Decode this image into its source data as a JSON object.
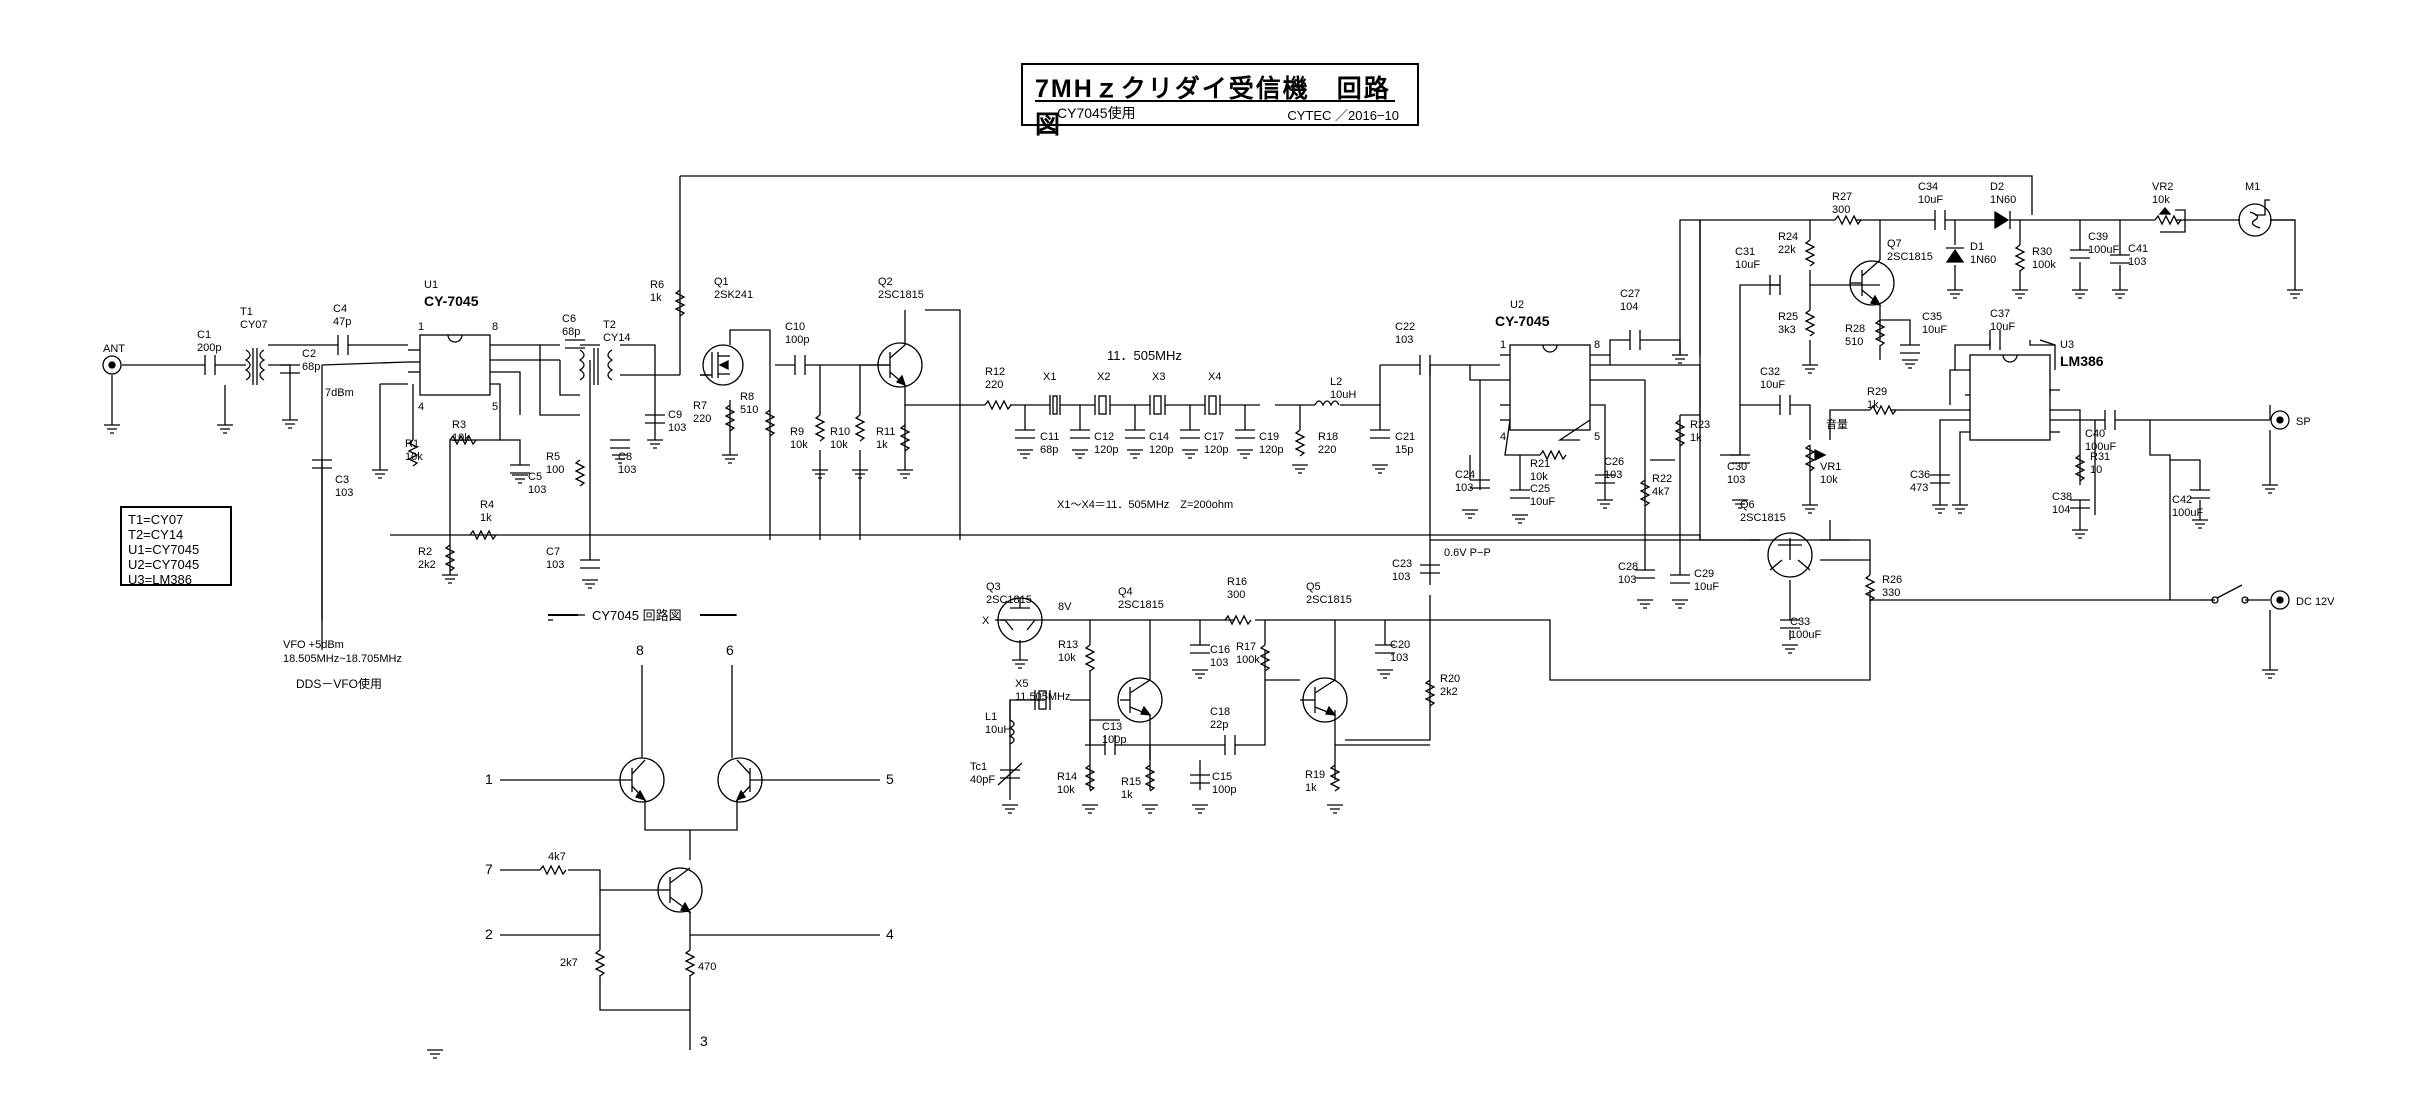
{
  "title_block": {
    "title": "7MHｚクリダイ受信機　回路図",
    "subtitle": "CY7045使用",
    "author_date": "CYTEC ／2016−10"
  },
  "legend": [
    "T1=CY07",
    "T2=CY14",
    "U1=CY7045",
    "U2=CY7045",
    "U3=LM386"
  ],
  "notes": {
    "vfo_line1": "VFO +5dBm",
    "vfo_line2": "18.505MHz~18.705MHz",
    "dds": "DDS－VFO使用",
    "level": "7dBm",
    "filter_freq": "11．505MHz",
    "filter_note": "X1〜X4＝11．505MHz　Z=200ohm",
    "pp": "0.6V P−P",
    "v8": "8V",
    "volume": "音量",
    "cy_title": "CY7045 回路図"
  },
  "connectors": {
    "ant": "ANT",
    "sp": "SP",
    "dc": "DC 12V",
    "x": "X"
  },
  "ics": {
    "u1_ref": "U1",
    "u1_name": "CY-7045",
    "u2_ref": "U2",
    "u2_name": "CY-7045",
    "u3_ref": "U3",
    "u3_name": "LM386"
  },
  "labels": [
    {
      "id": "C1",
      "v": "200p"
    },
    {
      "id": "T1",
      "v": "CY07"
    },
    {
      "id": "C2",
      "v": "68p"
    },
    {
      "id": "C4",
      "v": "47p"
    },
    {
      "id": "C3",
      "v": "103"
    },
    {
      "id": "R1",
      "v": "10k"
    },
    {
      "id": "R2",
      "v": "2k2"
    },
    {
      "id": "R3",
      "v": "10k"
    },
    {
      "id": "R4",
      "v": "1k"
    },
    {
      "id": "C5",
      "v": "103"
    },
    {
      "id": "R5",
      "v": "100"
    },
    {
      "id": "C6",
      "v": "68p"
    },
    {
      "id": "T2",
      "v": "CY14"
    },
    {
      "id": "C7",
      "v": "103"
    },
    {
      "id": "C8",
      "v": "103"
    },
    {
      "id": "R6",
      "v": "1k"
    },
    {
      "id": "C9",
      "v": "103"
    },
    {
      "id": "Q1",
      "v": "2SK241"
    },
    {
      "id": "R7",
      "v": "220"
    },
    {
      "id": "R8",
      "v": "510"
    },
    {
      "id": "C10",
      "v": "100p"
    },
    {
      "id": "R9",
      "v": "10k"
    },
    {
      "id": "R10",
      "v": "10k"
    },
    {
      "id": "Q2",
      "v": "2SC1815"
    },
    {
      "id": "R11",
      "v": "1k"
    },
    {
      "id": "R12",
      "v": "220"
    },
    {
      "id": "X1",
      "v": ""
    },
    {
      "id": "X2",
      "v": ""
    },
    {
      "id": "X3",
      "v": ""
    },
    {
      "id": "X4",
      "v": ""
    },
    {
      "id": "C11",
      "v": "68p"
    },
    {
      "id": "C12",
      "v": "120p"
    },
    {
      "id": "C14",
      "v": "120p"
    },
    {
      "id": "C17",
      "v": "120p"
    },
    {
      "id": "C19",
      "v": "120p"
    },
    {
      "id": "R18",
      "v": "220"
    },
    {
      "id": "L2",
      "v": "10uH"
    },
    {
      "id": "C21",
      "v": "15p"
    },
    {
      "id": "C22",
      "v": "103"
    },
    {
      "id": "C27",
      "v": "104"
    },
    {
      "id": "C24",
      "v": "103"
    },
    {
      "id": "C25",
      "v": "10uF"
    },
    {
      "id": "R21",
      "v": "10k"
    },
    {
      "id": "C26",
      "v": "103"
    },
    {
      "id": "R23",
      "v": "1k"
    },
    {
      "id": "R22",
      "v": "4k7"
    },
    {
      "id": "C28",
      "v": "103"
    },
    {
      "id": "C29",
      "v": "10uF"
    },
    {
      "id": "C23",
      "v": "103"
    },
    {
      "id": "R20",
      "v": "2k2"
    },
    {
      "id": "Q3",
      "v": "2SC1815"
    },
    {
      "id": "Q4",
      "v": "2SC1815"
    },
    {
      "id": "R16",
      "v": "300"
    },
    {
      "id": "Q5",
      "v": "2SC1815"
    },
    {
      "id": "R13",
      "v": "10k"
    },
    {
      "id": "C16",
      "v": "103"
    },
    {
      "id": "R17",
      "v": "100k"
    },
    {
      "id": "C20",
      "v": "103"
    },
    {
      "id": "X5",
      "v": "11.505MHz"
    },
    {
      "id": "L1",
      "v": "10uH"
    },
    {
      "id": "C13",
      "v": "100p"
    },
    {
      "id": "C18",
      "v": "22p"
    },
    {
      "id": "Tc1",
      "v": "40pF"
    },
    {
      "id": "R14",
      "v": "10k"
    },
    {
      "id": "R15",
      "v": "1k"
    },
    {
      "id": "C15",
      "v": "100p"
    },
    {
      "id": "R19",
      "v": "1k"
    },
    {
      "id": "R27",
      "v": "300"
    },
    {
      "id": "C34",
      "v": "10uF"
    },
    {
      "id": "D2",
      "v": "1N60"
    },
    {
      "id": "VR2",
      "v": "10k"
    },
    {
      "id": "M1",
      "v": ""
    },
    {
      "id": "R24",
      "v": "22k"
    },
    {
      "id": "Q7",
      "v": "2SC1815"
    },
    {
      "id": "D1",
      "v": "1N60"
    },
    {
      "id": "R30",
      "v": "100k"
    },
    {
      "id": "C39",
      "v": "100uF"
    },
    {
      "id": "C41",
      "v": "103"
    },
    {
      "id": "C31",
      "v": "10uF"
    },
    {
      "id": "R25",
      "v": "3k3"
    },
    {
      "id": "R28",
      "v": "510"
    },
    {
      "id": "C35",
      "v": "10uF"
    },
    {
      "id": "C37",
      "v": "10uF"
    },
    {
      "id": "C32",
      "v": "10uF"
    },
    {
      "id": "R29",
      "v": "1k"
    },
    {
      "id": "C30",
      "v": "103"
    },
    {
      "id": "VR1",
      "v": "10k"
    },
    {
      "id": "C36",
      "v": "473"
    },
    {
      "id": "R31",
      "v": "10"
    },
    {
      "id": "C38",
      "v": "104"
    },
    {
      "id": "C40",
      "v": "100uF"
    },
    {
      "id": "C42",
      "v": "100uF"
    },
    {
      "id": "Q6",
      "v": "2SC1815"
    },
    {
      "id": "R26",
      "v": "330"
    },
    {
      "id": "C33",
      "v": "100uF"
    }
  ],
  "cy_values": {
    "r1": "4k7",
    "r2": "2k7",
    "r3": "470"
  },
  "cy_pins": [
    "8",
    "6",
    "1",
    "5",
    "7",
    "2",
    "4",
    "3"
  ],
  "u1_pins": [
    "1",
    "8",
    "4",
    "5"
  ],
  "u2_pins": [
    "1",
    "8",
    "4",
    "5"
  ]
}
